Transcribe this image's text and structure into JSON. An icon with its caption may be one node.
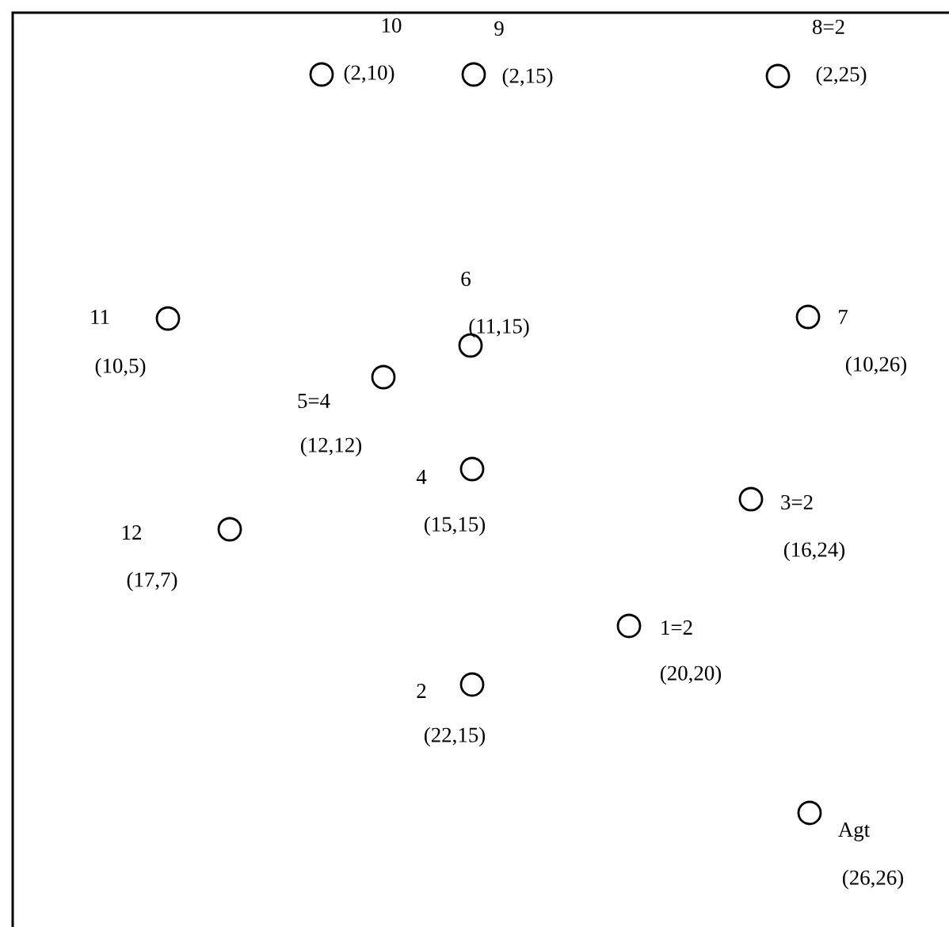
{
  "diagram": {
    "nodes": [
      {
        "text": [],
        "shape": "circle",
        "beside": [
          "10",
          "(2,10)"
        ]
      },
      {
        "text": [],
        "shape": "circle",
        "beside": [
          "9",
          "(2,15)"
        ]
      },
      {
        "text": [],
        "shape": "circle",
        "beside": [
          "8=2",
          "(2,25)"
        ]
      },
      {
        "text": [],
        "shape": "circle",
        "beside": [
          "11",
          "(10,5)"
        ]
      },
      {
        "text": [],
        "shape": "circle",
        "beside": [
          "7",
          "(10,26)"
        ]
      },
      {
        "text": [],
        "shape": "circle",
        "beside": [
          "6",
          "(11,15)"
        ]
      },
      {
        "text": [],
        "shape": "circle",
        "beside": [
          "5=4",
          "(12,12)"
        ]
      },
      {
        "text": [],
        "shape": "circle",
        "beside": [
          "4",
          "(15,15)"
        ]
      },
      {
        "text": [],
        "shape": "circle",
        "beside": [
          "3=2",
          "(16,24)"
        ]
      },
      {
        "text": [],
        "shape": "circle",
        "beside": [
          "12",
          "(17,7)"
        ]
      },
      {
        "text": [],
        "shape": "circle",
        "beside": [
          "1=2",
          "(20,20)"
        ]
      },
      {
        "text": [],
        "shape": "circle",
        "beside": [
          "2",
          "(22,15)"
        ]
      },
      {
        "text": [],
        "shape": "circle",
        "beside": [
          "Agt",
          "(26,26)"
        ]
      }
    ]
  }
}
